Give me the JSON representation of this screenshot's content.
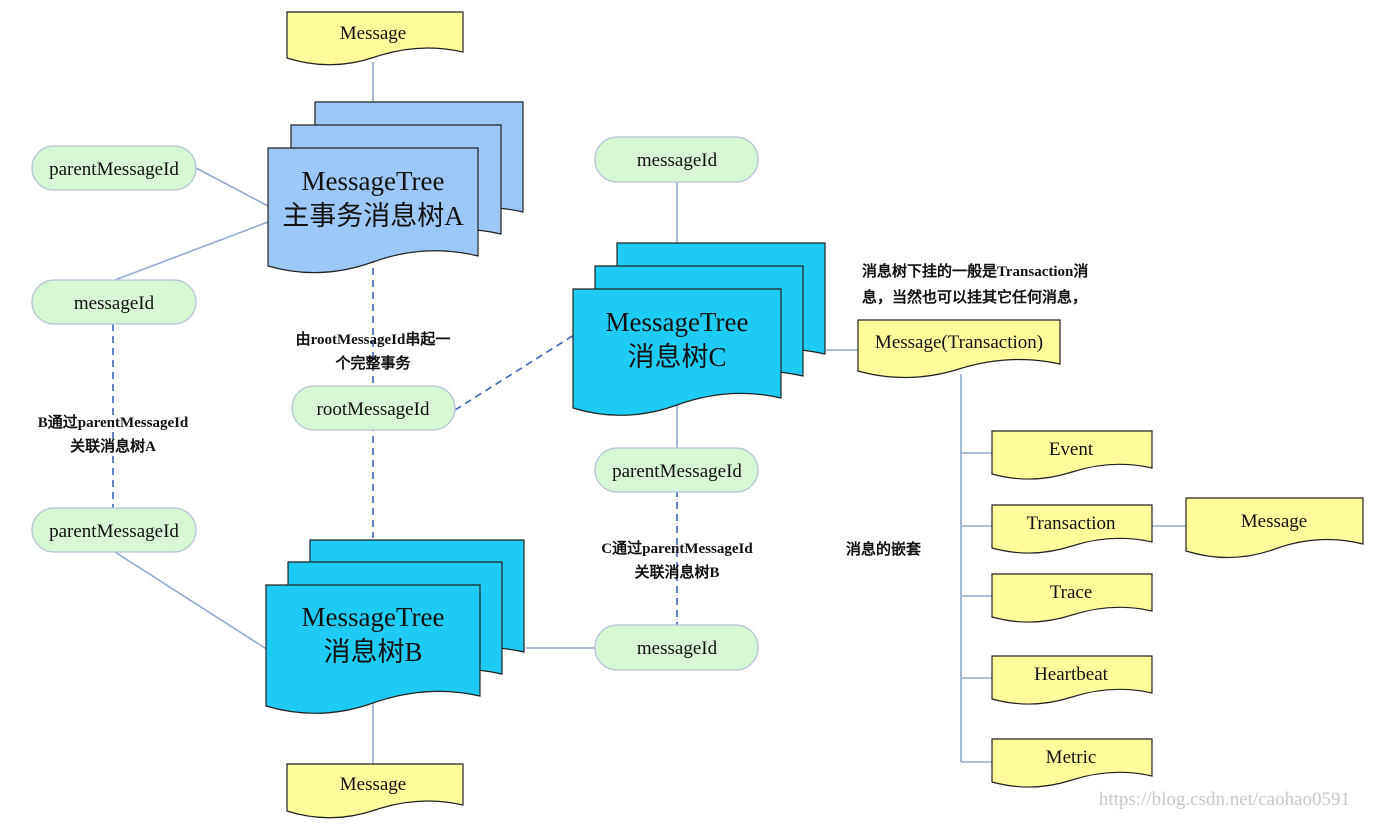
{
  "colors": {
    "message_fill": "#fffc9c",
    "tree_a_fill": "#9cc8f7",
    "tree_bc_fill": "#1ecbf5",
    "pill_fill": "#d7f7d4",
    "connector": "#8fa9d1",
    "dashed_connector": "#3b63b8"
  },
  "tree_a": {
    "line1": "MessageTree",
    "line2": "主事务消息树A"
  },
  "tree_b": {
    "line1": "MessageTree",
    "line2": "消息树B"
  },
  "tree_c": {
    "line1": "MessageTree",
    "line2": "消息树C"
  },
  "messages": {
    "top": "Message",
    "bottom": "Message",
    "transaction_main": "Message(Transaction)",
    "nested_message": "Message"
  },
  "pills": {
    "a_parent": "parentMessageId",
    "a_message": "messageId",
    "b_parent": "parentMessageId",
    "root": "rootMessageId",
    "c_message": "messageId",
    "c_parent": "parentMessageId",
    "b_message": "messageId"
  },
  "notes": {
    "b_link_1": "B通过parentMessageId",
    "b_link_2": "关联消息树A",
    "root_1": "由rootMessageId串起一",
    "root_2": "个完整事务",
    "c_link_1": "C通过parentMessageId",
    "c_link_2": "关联消息树B",
    "transaction_1": "消息树下挂的一般是Transaction消",
    "transaction_2": "息，当然也可以挂其它任何消息，",
    "nesting": "消息的嵌套"
  },
  "children": [
    "Event",
    "Transaction",
    "Trace",
    "Heartbeat",
    "Metric"
  ],
  "watermark": "https://blog.csdn.net/caohao0591"
}
